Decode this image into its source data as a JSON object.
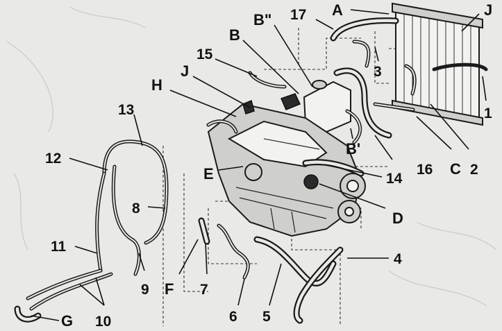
{
  "labels": {
    "A": "A",
    "J_top": "J",
    "B_dq": "B\"",
    "n17": "17",
    "B": "B",
    "n15": "15",
    "J_mid": "J",
    "H": "H",
    "n3": "3",
    "n1": "1",
    "n13": "13",
    "n12": "12",
    "E": "E",
    "B_p": "B'",
    "n14": "14",
    "n16": "16",
    "C": "C",
    "n2": "2",
    "n8": "8",
    "D": "D",
    "n11": "11",
    "n4": "4",
    "F": "F",
    "n7": "7",
    "n9": "9",
    "n6": "6",
    "n5": "5",
    "G": "G",
    "n10": "10"
  }
}
